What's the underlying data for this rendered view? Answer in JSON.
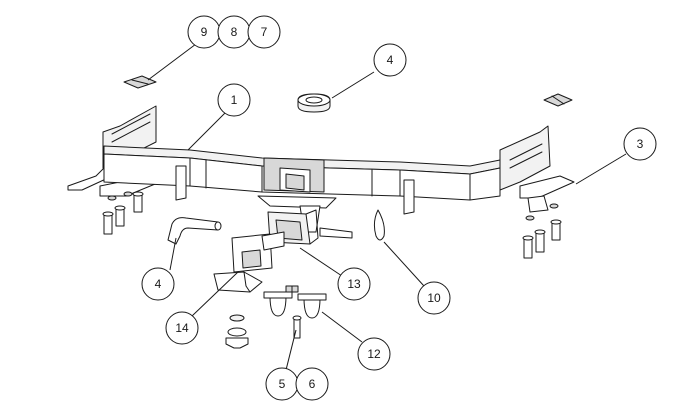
{
  "diagram": {
    "description_type": "exploded parts diagram",
    "callouts": {
      "c9": "9",
      "c8": "8",
      "c7": "7",
      "c4_top": "4",
      "c1": "1",
      "c3": "3",
      "c4_left": "4",
      "c13": "13",
      "c10": "10",
      "c14": "14",
      "c12": "12",
      "c5": "5",
      "c6": "6"
    }
  }
}
